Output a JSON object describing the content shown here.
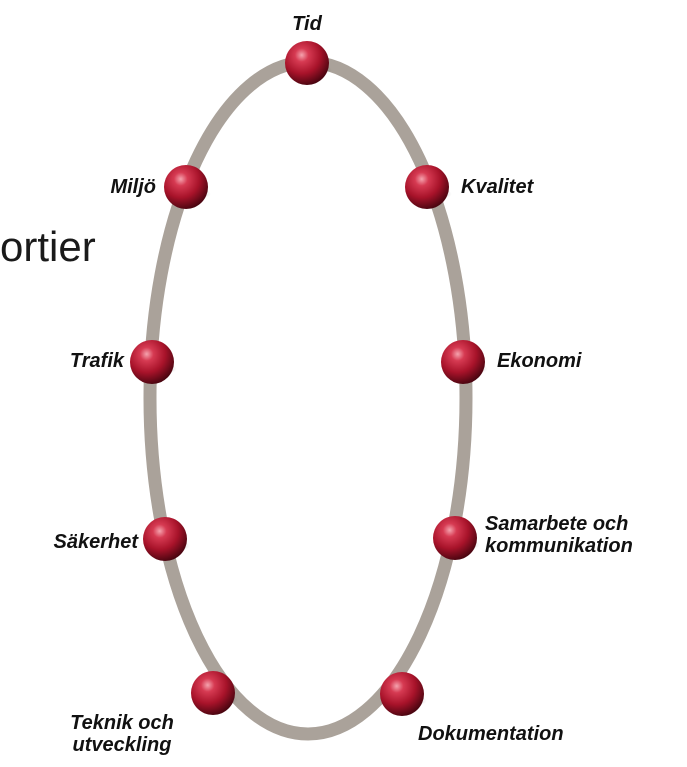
{
  "background_text": "ortier",
  "ring_color": "#aaa29a",
  "node_color": "#a8132a",
  "nodes": [
    {
      "id": "tid",
      "label": "Tid"
    },
    {
      "id": "kvalitet",
      "label": "Kvalitet"
    },
    {
      "id": "ekonomi",
      "label": "Ekonomi"
    },
    {
      "id": "samarbete",
      "label_line1": "Samarbete och",
      "label_line2": "kommunikation"
    },
    {
      "id": "dokumentation",
      "label": "Dokumentation"
    },
    {
      "id": "teknik",
      "label_line1": "Teknik och",
      "label_line2": "utveckling"
    },
    {
      "id": "sakerhet",
      "label": "Säkerhet"
    },
    {
      "id": "trafik",
      "label": "Trafik"
    },
    {
      "id": "miljo",
      "label": "Miljö"
    }
  ]
}
